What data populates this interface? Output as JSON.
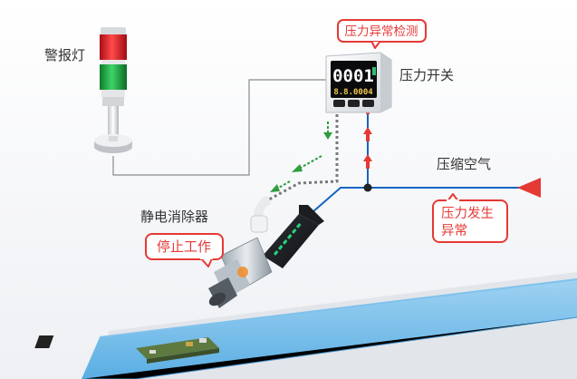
{
  "labels": {
    "alarm_light": "警报灯",
    "pressure_switch": "压力开关",
    "compressed_air": "压缩空气",
    "static_eliminator": "静电消除器"
  },
  "bubbles": {
    "pressure_detect": "压力异常检测",
    "pressure_fault_line1": "压力发生",
    "pressure_fault_line2": "异常",
    "stop_work": "停止工作"
  },
  "device": {
    "display_top": "0001",
    "display_bottom": "8.8.0004"
  },
  "colors": {
    "pipe_blue": "#1565c0",
    "alert_red": "#e53935",
    "signal_green": "#2e9e3e",
    "wire_gray": "#888888"
  }
}
